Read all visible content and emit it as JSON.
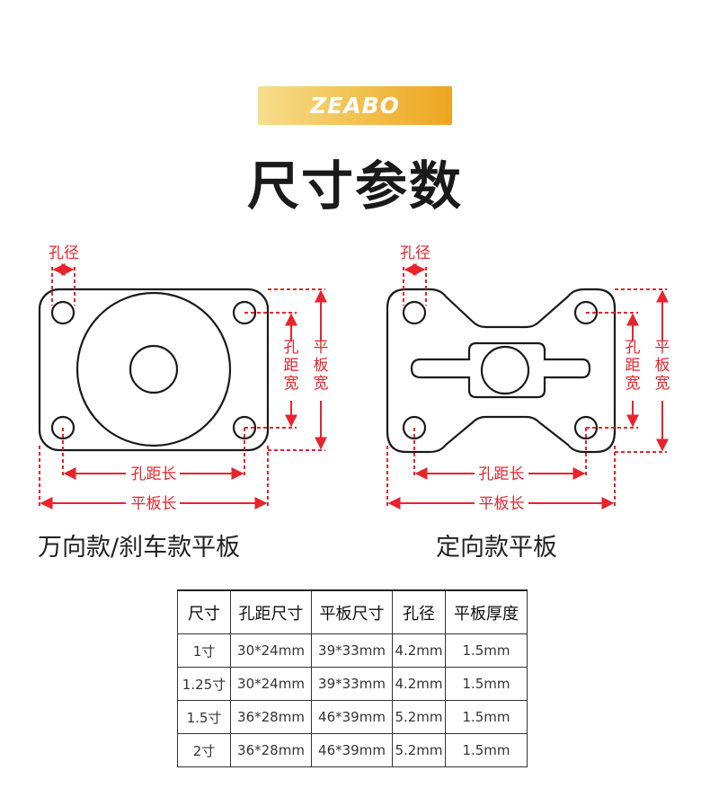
{
  "brand": {
    "name": "ZEABO"
  },
  "page": {
    "title": "尺寸参数"
  },
  "diagram_left": {
    "hole_label": "孔径",
    "hole_spacing_length": "孔距长",
    "plate_length": "平板长",
    "hole_spacing_width": [
      "孔",
      "距",
      "宽"
    ],
    "plate_width": [
      "平",
      "板",
      "宽"
    ],
    "caption": "万向款/刹车款平板"
  },
  "diagram_right": {
    "hole_label": "孔径",
    "hole_spacing_length": "孔距长",
    "plate_length": "平板长",
    "hole_spacing_width": [
      "孔",
      "距",
      "宽"
    ],
    "plate_width": [
      "平",
      "板",
      "宽"
    ],
    "caption": "定向款平板"
  },
  "colors": {
    "dimension": "#e8232b",
    "outline": "#1a1a1a",
    "brand_gold": "#f2bf4c"
  },
  "table": {
    "headers": [
      "尺寸",
      "孔距尺寸",
      "平板尺寸",
      "孔径",
      "平板厚度"
    ],
    "rows": [
      [
        "1寸",
        "30*24mm",
        "39*33mm",
        "4.2mm",
        "1.5mm"
      ],
      [
        "1.25寸",
        "30*24mm",
        "39*33mm",
        "4.2mm",
        "1.5mm"
      ],
      [
        "1.5寸",
        "36*28mm",
        "46*39mm",
        "5.2mm",
        "1.5mm"
      ],
      [
        "2寸",
        "36*28mm",
        "46*39mm",
        "5.2mm",
        "1.5mm"
      ]
    ]
  }
}
